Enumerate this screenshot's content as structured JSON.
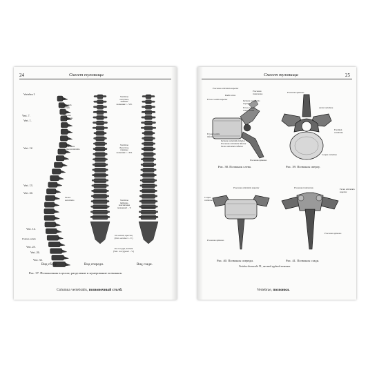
{
  "left_page": {
    "page_number": "24",
    "running_head": "Скелет туловища",
    "labels": {
      "vertebra1": "Vertebra I.",
      "tuberculum": "Tuberculum caroticum",
      "vert7": "Vert. 7.",
      "vert1": "Vert. 1.",
      "vertebra_prominens": "Vertebra prominens",
      "vert12": "Vert. 12.",
      "foramina_interv": "Foramina intervertebralia",
      "vert13": "Vert. 13.",
      "vert24": "Vert. 24.",
      "facies_auricularis": "Facies auricularis",
      "vert14": "Vert. 14.",
      "promontorium": "Promon-torium",
      "vert25": "Vert. 25.",
      "vert26": "Vert. 26.",
      "vert34": "Vert. 34.",
      "c_group": "Vertebrae cervicales, шейные позвонки I – VII.",
      "th_group": "Vertebrae thoracicae, грудные позвонки I – XII.",
      "l_group": "Vertebrae lumbales, поясничные позвонки I – V.",
      "s_group": "Os sacrum, крестец (Vert. sacrales I – V.)",
      "co_group": "Os coccygis, копчик (Vert. coccygeae I – V.)"
    },
    "views": [
      "Вид сбоку.",
      "Вид спереди.",
      "Вид сзади."
    ],
    "caption": "Рис. 37. Позвоночник в целом; разделение и нумерование позвонков.",
    "footer_latin": "Columna vertebralis,",
    "footer_russian": "позвоночный столб."
  },
  "right_page": {
    "page_number": "25",
    "running_head": "Скелет туловища",
    "fig38_labels": {
      "proc_art_sup": "Processus articularis superior",
      "proc_transv": "Processus transversus",
      "radix_arcus": "Radix arcus",
      "fovea_costalis_sup": "Fovea costalis superior",
      "incisura_sup": "Incisura vertebralis superior",
      "fovea_costalis_transv": "Fovea costalis transversalis",
      "fovea_costalis_inf": "Fovea costalis inferior",
      "incisura_inf": "Incisura vertebralis inferior",
      "proc_art_inf": "Processus articularis inferior",
      "facies_art_inf": "Facies articularis inferior",
      "proc_spin": "Processus spinosus"
    },
    "fig39_labels": {
      "proc_spin": "Processus spinosus",
      "arcus": "Arcus vertebrae",
      "foramen": "Foramen vertebrale",
      "corpus": "Corpus vertebrae"
    },
    "fig40_labels": {
      "proc_art_sup": "Processus articularis superior",
      "corpus": "Corpus vertebrae",
      "proc_spin": "Processus spinosus"
    },
    "fig41_labels": {
      "proc_transv": "Processus transversus",
      "facies_art_sup": "Facies articularis superior",
      "proc_spin": "Processus spinosus"
    },
    "caption38": "Рис. 38. Позвонок слева.",
    "caption39": "Рис. 39. Позвонок сверху.",
    "caption40": "Рис. 40. Позвонок спереди.",
    "caption41": "Рис. 41. Позвонок сзади.",
    "subcaption": "Vertebra thoracalis VI., шестой грудной позвонок.",
    "footer_latin": "Vertebrae,",
    "footer_russian": "позвонки."
  }
}
